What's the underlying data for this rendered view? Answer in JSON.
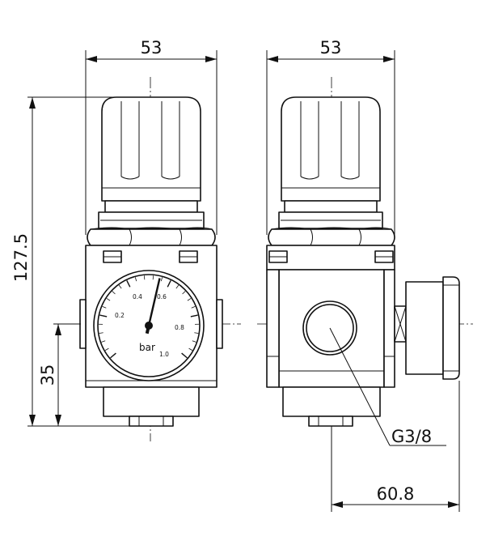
{
  "dimensions": {
    "front_width": "53",
    "side_width": "53",
    "total_height": "127.5",
    "gauge_height": "35",
    "side_depth": "60.8"
  },
  "thread_label": "G3/8",
  "gauge": {
    "unit": "bar",
    "scale_labels": [
      "0.2",
      "0.4",
      "0.6",
      "0.8",
      "1.0"
    ],
    "needle_value": 0.55
  },
  "colors": {
    "line": "#111111",
    "background": "#ffffff"
  }
}
